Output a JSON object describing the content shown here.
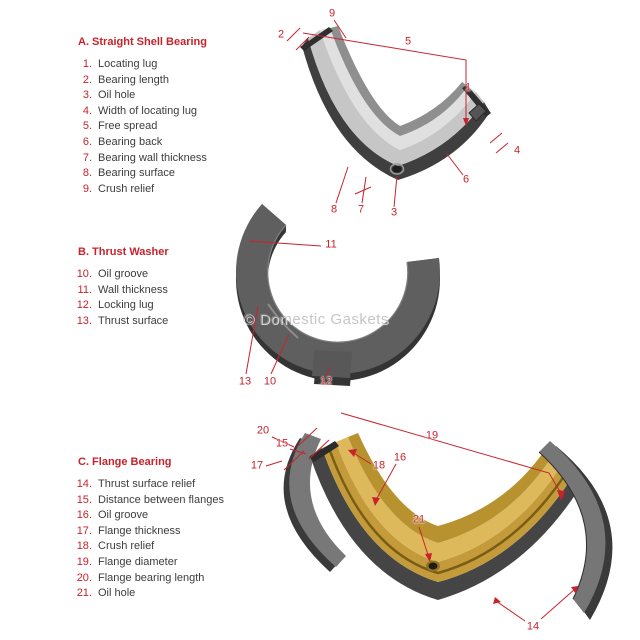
{
  "watermark": {
    "text": "© Domestic Gaskets"
  },
  "colors": {
    "accent": "#c8232c",
    "label_text": "#3c3c3c",
    "metal_dark": "#3f3f3f",
    "metal_mid": "#6a6a6a",
    "metal_light": "#c6c6c6",
    "brass": "#c49b3a"
  },
  "sections": [
    {
      "title": "A. Straight Shell Bearing",
      "items": [
        {
          "num": "1",
          "label": "Locating lug"
        },
        {
          "num": "2",
          "label": "Bearing length"
        },
        {
          "num": "3",
          "label": "Oil hole"
        },
        {
          "num": "4",
          "label": "Width of locating lug"
        },
        {
          "num": "5",
          "label": "Free spread"
        },
        {
          "num": "6",
          "label": "Bearing back"
        },
        {
          "num": "7",
          "label": "Bearing wall thickness"
        },
        {
          "num": "8",
          "label": "Bearing surface"
        },
        {
          "num": "9",
          "label": "Crush relief"
        }
      ]
    },
    {
      "title": "B. Thrust Washer",
      "items": [
        {
          "num": "10",
          "label": "Oil groove"
        },
        {
          "num": "11",
          "label": "Wall thickness"
        },
        {
          "num": "12",
          "label": "Locking lug"
        },
        {
          "num": "13",
          "label": "Thrust surface"
        }
      ]
    },
    {
      "title": "C. Flange Bearing",
      "items": [
        {
          "num": "14",
          "label": "Thrust surface relief"
        },
        {
          "num": "15",
          "label": "Distance between flanges"
        },
        {
          "num": "16",
          "label": "Oil groove"
        },
        {
          "num": "17",
          "label": "Flange thickness"
        },
        {
          "num": "18",
          "label": "Crush relief"
        },
        {
          "num": "19",
          "label": "Flange diameter"
        },
        {
          "num": "20",
          "label": "Flange bearing length"
        },
        {
          "num": "21",
          "label": "Oil hole"
        }
      ]
    }
  ]
}
